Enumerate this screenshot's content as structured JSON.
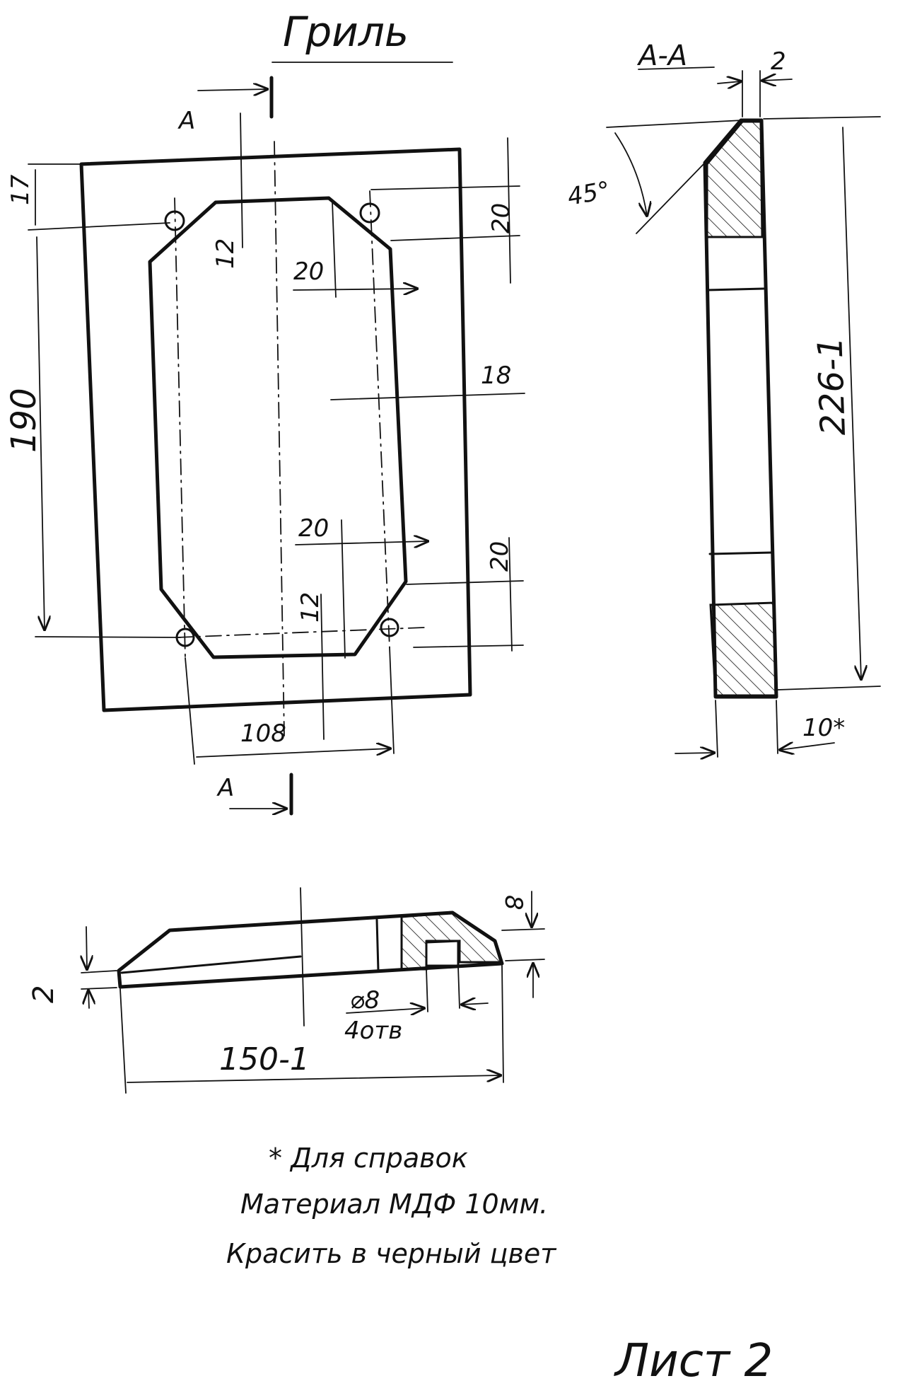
{
  "title": "Гриль",
  "section_label": "А-А",
  "cut_mark": "А",
  "angle_label": "45°",
  "dimensions": {
    "top_offset": "17",
    "height_centers": "190",
    "corner_vertical_top": "20",
    "corner_vertical_bottom": "20",
    "chamfer_top": "20",
    "chamfer_bottom": "20",
    "edge_inset_top": "12",
    "edge_inset_bottom": "12",
    "side_margin": "18",
    "width_centers": "108",
    "section_height": "226-1",
    "section_thickness": "10*",
    "section_lip": "2",
    "bottom_length": "150-1",
    "bottom_lip": "2",
    "bottom_depth": "8",
    "hole": "⌀8",
    "hole_count": "4отв"
  },
  "notes": {
    "reference": "* Для справок",
    "material": "Материал МДФ 10мм.",
    "paint": "Красить в черный цвет"
  },
  "sheet_label": "Лист 2"
}
